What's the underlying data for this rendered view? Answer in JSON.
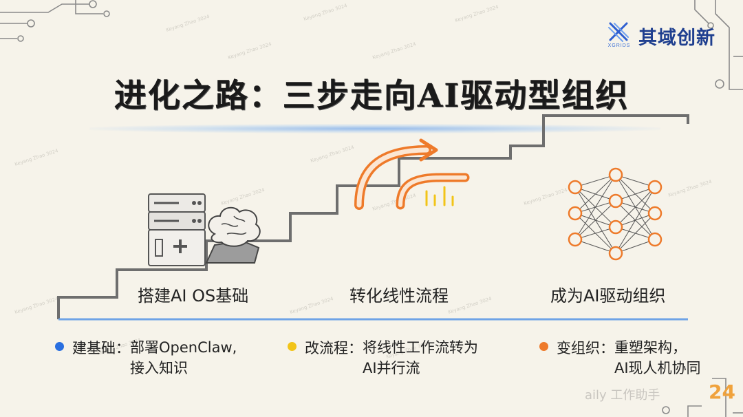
{
  "brand": {
    "name": "其域创新",
    "sub": "XGRIDS",
    "accent": "#1f3f8f"
  },
  "title": "进化之路：三步走向AI驱动型组织",
  "steps": [
    {
      "label": "搭建AI OS基础",
      "icon": "server-brain-icon"
    },
    {
      "label": "转化线性流程",
      "icon": "parallel-arrows-icon"
    },
    {
      "label": "成为AI驱动组织",
      "icon": "neural-network-icon"
    }
  ],
  "legend": [
    {
      "head": "建基础：",
      "line1": "部署OpenClaw,",
      "line2": "接入知识",
      "color": "#2a6fe0"
    },
    {
      "head": "改流程：",
      "line1": "将线性工作流转为",
      "line2": "AI并行流",
      "color": "#f2c418"
    },
    {
      "head": "变组织：",
      "line1": "重塑架构，",
      "line2": "AI现人机协同",
      "color": "#ee7a2a"
    }
  ],
  "footer": {
    "text": "aily 工作助手",
    "page": "24"
  },
  "watermark": "Keyang Zhao 3024",
  "colors": {
    "background": "#f6f3ea",
    "orange": "#ee7a2a",
    "blue": "#2a6fe0",
    "yellow": "#f2c418"
  }
}
